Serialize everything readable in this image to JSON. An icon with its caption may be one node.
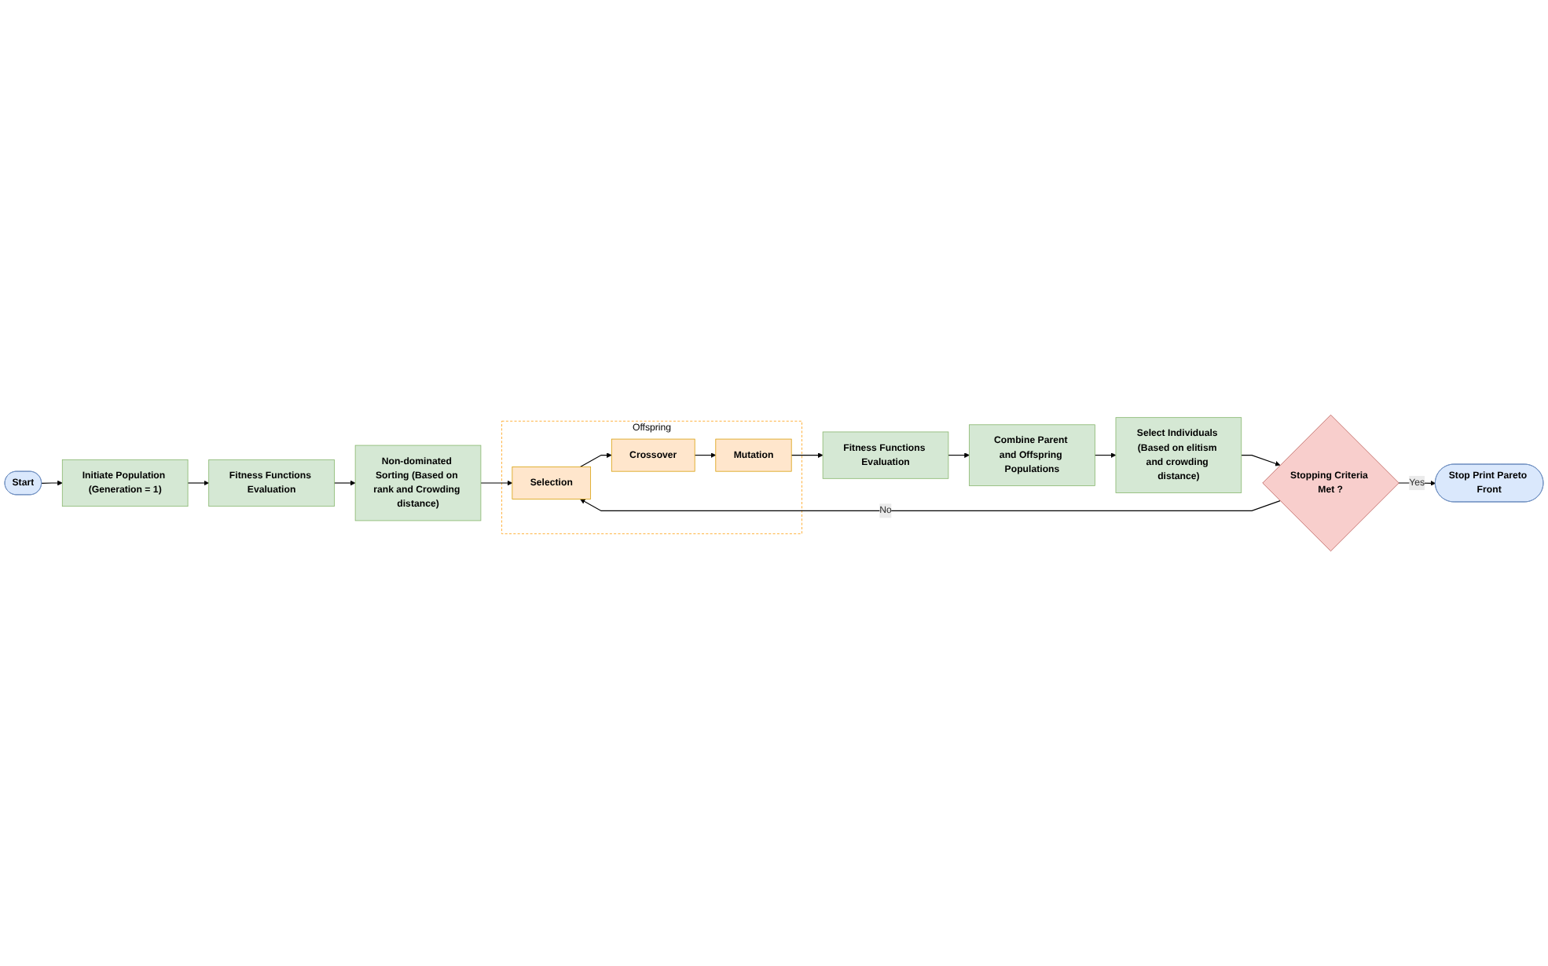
{
  "diagram": {
    "nodes": [
      {
        "text": [
          "Start"
        ]
      },
      {
        "text": [
          "Initiate Population (Generation = 1)"
        ]
      },
      {
        "text": [
          "Fitness Functions Evaluation"
        ]
      },
      {
        "text": [
          "Non-dominated Sorting (Based on rank and Crowding distance)"
        ]
      },
      {
        "text": [
          "Offspring"
        ]
      },
      {
        "text": [
          "Selection"
        ],
        "in": 4
      },
      {
        "text": [
          "Crossover"
        ],
        "in": 4
      },
      {
        "text": [
          "Mutation"
        ],
        "in": 4
      },
      {
        "text": [
          "Fitness Functions Evaluation"
        ]
      },
      {
        "text": [
          "Combine Parent and Offspring Populations"
        ]
      },
      {
        "text": [
          "Select Individuals (Based on elitism and crowding distance)"
        ]
      },
      {
        "text": [
          "Stopping Criteria Met ?"
        ]
      },
      {
        "text": [
          "Stop Print Pareto Front"
        ]
      }
    ],
    "edges": [
      {
        "from": 0,
        "to": 1,
        "arrow": "to"
      },
      {
        "from": 1,
        "to": 2,
        "arrow": "to"
      },
      {
        "from": 2,
        "to": 3,
        "arrow": "to"
      },
      {
        "from": 3,
        "to": 5,
        "arrow": "to"
      },
      {
        "from": 5,
        "to": 6,
        "arrow": "to"
      },
      {
        "from": 6,
        "to": 7,
        "arrow": "to"
      },
      {
        "from": 7,
        "to": 8,
        "arrow": "to"
      },
      {
        "from": 8,
        "to": 9,
        "arrow": "to"
      },
      {
        "from": 9,
        "to": 10,
        "arrow": "to"
      },
      {
        "from": 10,
        "to": 11,
        "arrow": "to"
      },
      {
        "from": 11,
        "to": 5,
        "label": "No",
        "arrow": "to"
      },
      {
        "from": 11,
        "to": 12,
        "label": "Yes",
        "arrow": "to"
      }
    ]
  }
}
